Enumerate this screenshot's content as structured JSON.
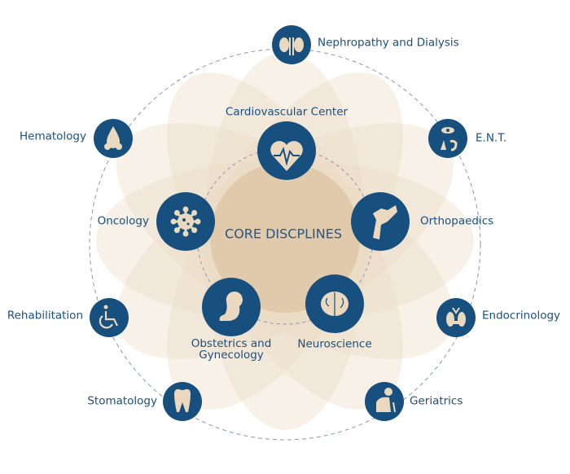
{
  "center_label": "CORE DISCPLINES",
  "core": [
    {
      "label": "Cardiovascular Center",
      "icon": "heart-pulse-icon"
    },
    {
      "label": "Oncology",
      "icon": "virus-icon"
    },
    {
      "label": "Orthopaedics",
      "icon": "bone-joint-icon"
    },
    {
      "label": "Obstetrics and",
      "label2": "Gynecology",
      "icon": "fetus-icon"
    },
    {
      "label": "Neuroscience",
      "icon": "brain-icon"
    }
  ],
  "outer": [
    {
      "label": "Nephropathy and Dialysis",
      "icon": "kidney-icon"
    },
    {
      "label": "Hematology",
      "icon": "blood-drop-icon"
    },
    {
      "label": "E.N.T.",
      "icon": "eye-ear-nose-icon"
    },
    {
      "label": "Rehabilitation",
      "icon": "wheelchair-icon"
    },
    {
      "label": "Endocrinology",
      "icon": "thyroid-icon"
    },
    {
      "label": "Stomatology",
      "icon": "tooth-icon"
    },
    {
      "label": "Geriatrics",
      "icon": "elderly-person-icon"
    }
  ],
  "colors": {
    "primary": "#17507e",
    "petal": "#e9d9c3",
    "core": "#d9bb98",
    "icon_fill": "#ead8bf"
  }
}
